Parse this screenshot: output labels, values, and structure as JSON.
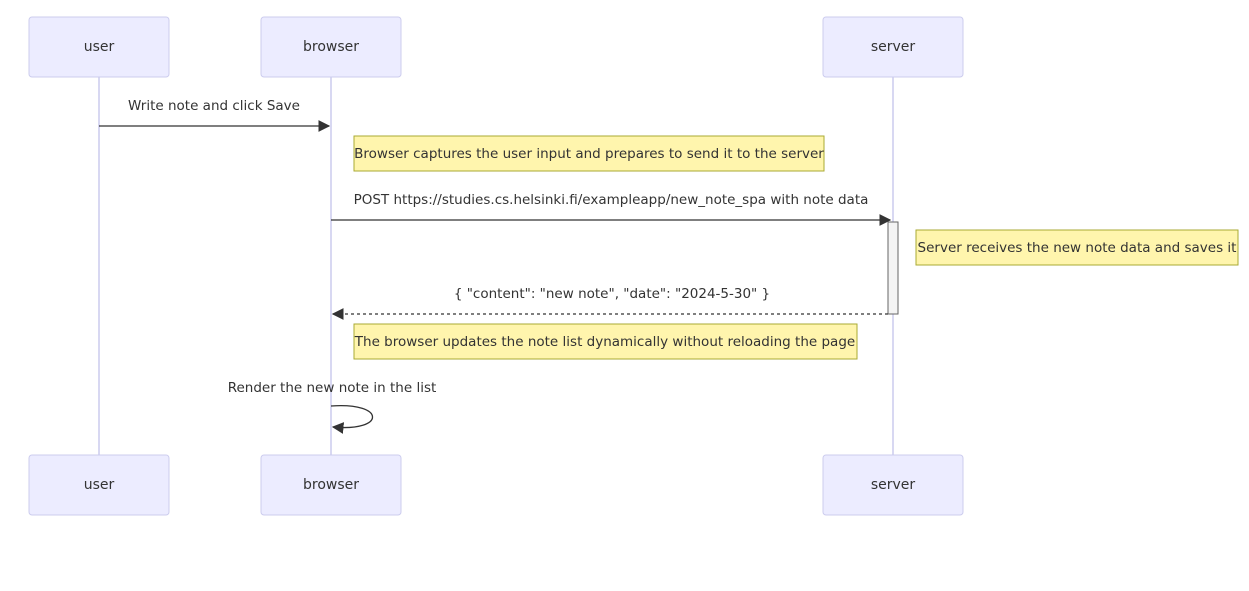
{
  "participants": {
    "user": "user",
    "browser": "browser",
    "server": "server"
  },
  "messages": {
    "m1": "Write note and click Save",
    "m2": "POST https://studies.cs.helsinki.fi/exampleapp/new_note_spa with note data",
    "m3": "{ \"content\": \"new note\", \"date\": \"2024-5-30\" }",
    "m4": "Render the new note in the list"
  },
  "notes": {
    "n1": "Browser captures the user input and prepares to send it to the server",
    "n2": "Server receives the new note data and saves it",
    "n3": "The browser updates the note list dynamically without reloading the page"
  },
  "colors": {
    "actor_fill": "#ECECFF",
    "actor_stroke": "#CCCCEE",
    "note_fill": "#FFF5AD",
    "note_stroke": "#AAAA33",
    "text": "#333333"
  }
}
